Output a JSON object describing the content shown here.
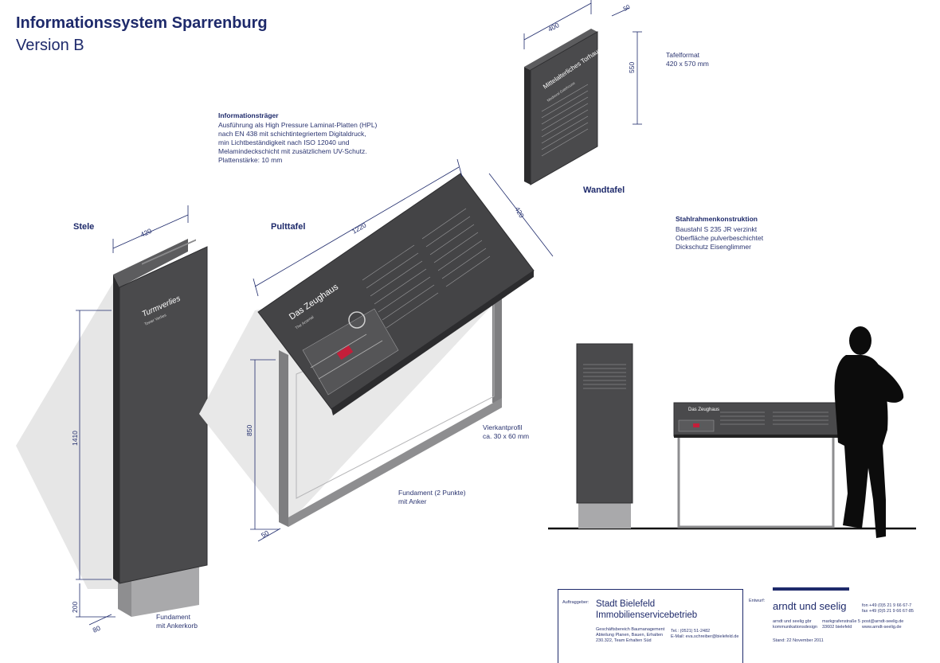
{
  "header": {
    "title": "Informationssystem Sparrenburg",
    "subtitle": "Version B"
  },
  "labels": {
    "stele": "Stele",
    "pulttafel": "Pulttafel",
    "wandtafel": "Wandtafel"
  },
  "notes": {
    "info_heading": "Informationsträger",
    "info_body": "Ausführung als High Pressure Laminat-Platten (HPL)\nnach EN 438 mit schichtintegriertem Digitaldruck,\nmin Lichtbeständigkeit nach ISO 12040 und\nMelamindeckschicht mit zusätzlichem UV-Schutz.\nPlattenstärke: 10 mm",
    "tafel_format": "Tafelformat\n420 x 570 mm",
    "stahl_heading": "Stahlrahmenkonstruktion",
    "stahl_body": "Baustahl S 235 JR verzinkt\nOberfläche pulverbeschichtet\nDickschutz Eisenglimmer",
    "vierkant": "Vierkantprofil\nca. 30 x 60 mm",
    "fundament_pult": "Fundament (2 Punkte)\nmit Anker",
    "fundament_stele": "Fundament\nmit Ankerkorb"
  },
  "dimensions": {
    "stele_width": "420",
    "stele_height": "1410",
    "stele_foot": "200",
    "stele_depth": "80",
    "pult_width": "1220",
    "pult_depth": "420",
    "pult_height": "850",
    "pult_foot": "50",
    "wand_width": "400",
    "wand_depth": "50",
    "wand_height": "550"
  },
  "panels": {
    "stele_title": "Turmverlies",
    "stele_sub": "Tower Verlies",
    "pult_title": "Das Zeughaus",
    "pult_sub": "The Arsenal",
    "wand_title": "Mittelalterliches Torhaus",
    "wand_sub": "Medieval Gatehouse",
    "elev_title": "Das Zeughaus"
  },
  "titleblock": {
    "client_label": "Auftraggeber:",
    "client_name": "Stadt Bielefeld\nImmobilienservicebetrieb",
    "client_dept": "Geschäftsbereich Baumanagement\nAbteilung Planen, Bauen, Erhalten\n230.322, Team Erhalten Süd",
    "client_contact": "Tel.: (0521) 51-2482\nE-Mail: eva.schreiber@bielefeld.de",
    "design_label": "Entwurf:",
    "brand": "arndt und seelig",
    "firm": "arndt und seelig gbr\nkommunikationsdesign",
    "address": "markgrafenstraße 5\n33602 bielefeld",
    "phone": "fon +49 (0)5 21 9 66 67-7\nfax +49 (0)5 21 9 66 67-85",
    "web": "post@arndt-seelig.de\nwww.arndt-seelig.de",
    "date": "Stand: 22 November 2011"
  },
  "colors": {
    "navy": "#1e2a6b",
    "panel": "#4a4a4c",
    "panel_dark": "#2e2e30",
    "shadow": "#e4e4e4",
    "accent_red": "#c41e3a"
  }
}
